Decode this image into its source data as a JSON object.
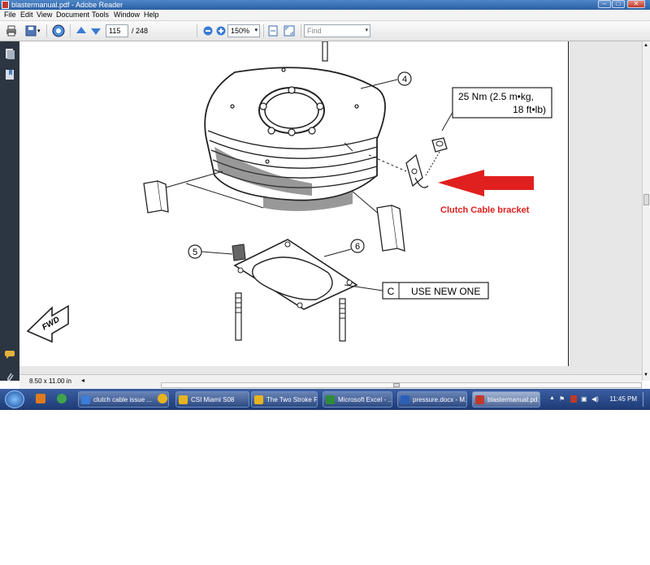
{
  "window": {
    "title": "blastermanual.pdf - Adobe Reader",
    "min_label": "–",
    "max_label": "□",
    "close_label": "✕"
  },
  "menu": {
    "items": [
      "File",
      "Edit",
      "View",
      "Document",
      "Tools",
      "Window",
      "Help"
    ]
  },
  "toolbar": {
    "page_current": "115",
    "page_total": "/ 248",
    "zoom": "150%",
    "find_placeholder": "Find"
  },
  "diagram": {
    "callout_4": "4",
    "callout_5": "5",
    "callout_6": "6",
    "torque_line1": "25 Nm (2.5 m•kg,",
    "torque_line2": "18 ft•lb)",
    "gasket_code": "C",
    "gasket_note": "USE NEW ONE",
    "fwd_label": "FWD",
    "annotation": "Clutch Cable bracket",
    "annotation_color": "#e0201e"
  },
  "status": {
    "page_size": "8.50 x 11.00 in"
  },
  "taskbar": {
    "tasks": [
      {
        "label": "clutch cable issue ...",
        "icon_color": "#3b7dd8",
        "active": false
      },
      {
        "label": "CSI Miami S08",
        "icon_color": "#e6b41e",
        "active": false
      },
      {
        "label": "The Two Stroke Fi...",
        "icon_color": "#e6b41e",
        "active": false
      },
      {
        "label": "Microsoft Excel - ...",
        "icon_color": "#2e8b3a",
        "active": false
      },
      {
        "label": "pressure.docx - M...",
        "icon_color": "#2b5fb8",
        "active": false
      },
      {
        "label": "blastermanual.pd...",
        "icon_color": "#c0392b",
        "active": true
      }
    ],
    "clock": "11:45 PM"
  }
}
